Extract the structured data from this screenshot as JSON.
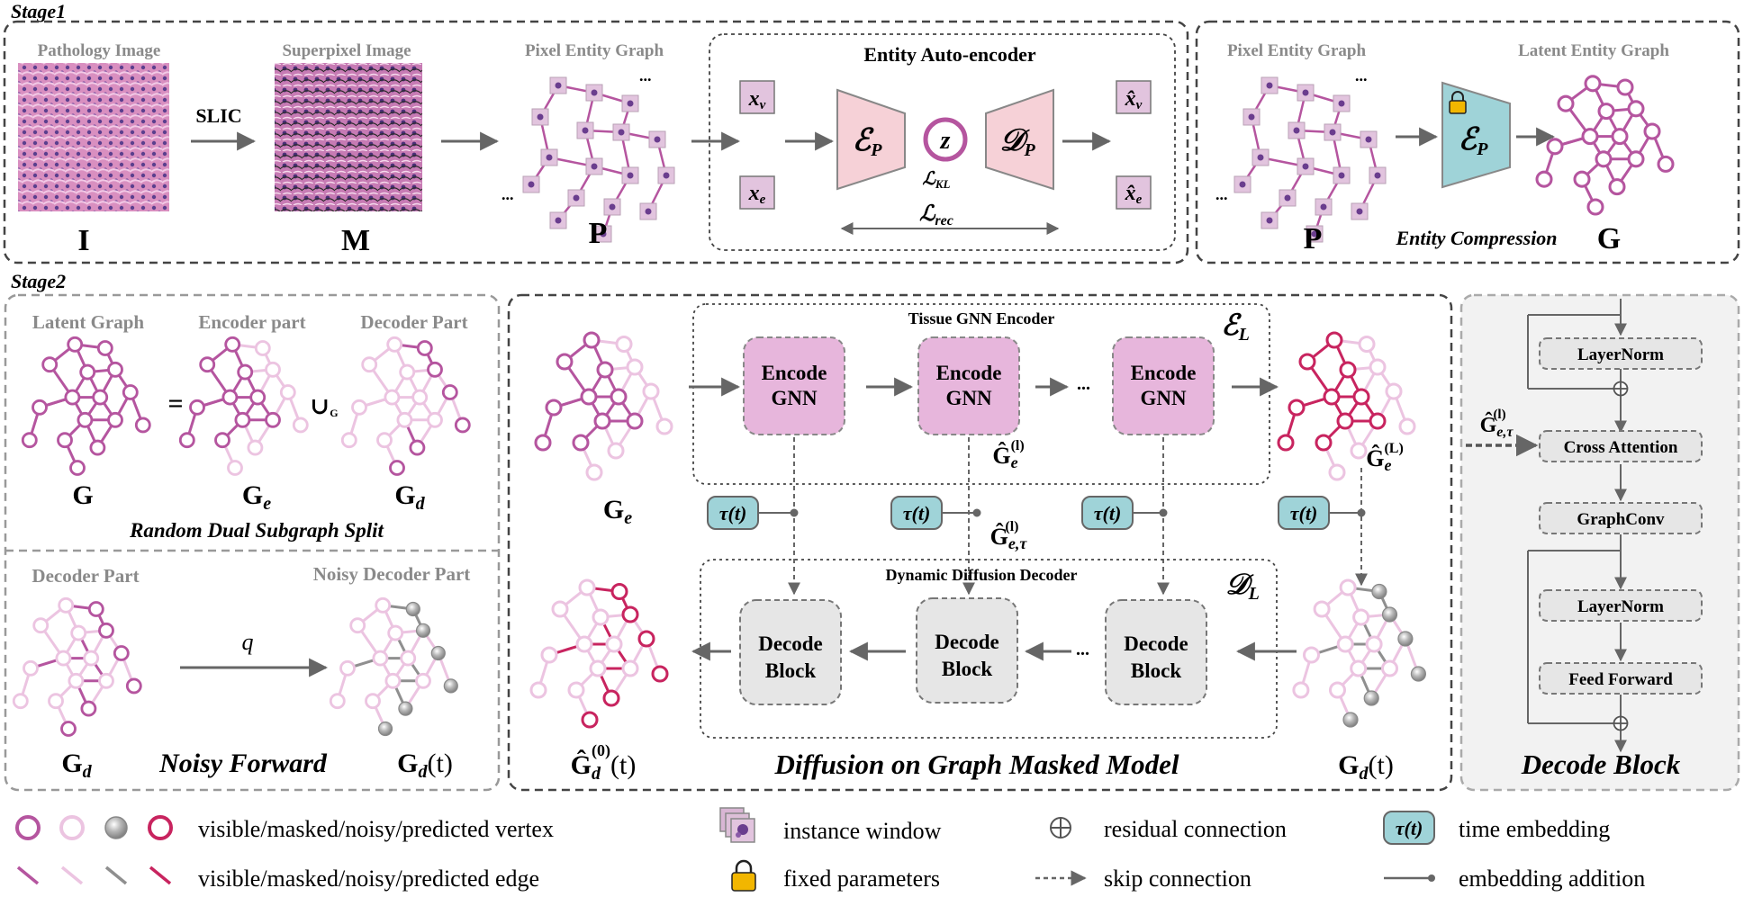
{
  "stage1": {
    "label": "Stage1",
    "pathology_image": "Pathology Image",
    "superpixel_image": "Superpixel Image",
    "slic": "SLIC",
    "sym_I": "I",
    "sym_M": "M",
    "pixel_entity_graph": "Pixel Entity Graph",
    "sym_P": "P",
    "ellipsis": "...",
    "autoencoder_title": "Entity Auto-encoder",
    "enc_sym": "ℰ",
    "dec_sym": "𝒟",
    "sub_P": "P",
    "z": "z",
    "loss_kl": "ℒ",
    "loss_kl_sub": "KL",
    "loss_rec": "ℒ",
    "loss_rec_sub": "rec",
    "xv": "x",
    "xe": "x",
    "sub_v": "v",
    "sub_e": "e",
    "xv_hat": "x̂",
    "xe_hat": "x̂",
    "pixel_entity_graph_2": "Pixel Entity Graph",
    "latent_entity_graph": "Latent Entity Graph",
    "entity_compression": "Entity Compression",
    "sym_P2": "P",
    "sym_G": "G"
  },
  "stage2": {
    "label": "Stage2",
    "latent_graph": "Latent Graph",
    "encoder_part": "Encoder part",
    "decoder_part": "Decoder Part",
    "equals": "=",
    "union": "∪",
    "union_sub": "G",
    "sym_G": "G",
    "sym_Ge": "G",
    "sym_Gd": "G",
    "sub_e": "e",
    "sub_d": "d",
    "random_split": "Random Dual Subgraph Split",
    "decoder_part_2": "Decoder Part",
    "noisy_decoder_part": "Noisy Decoder Part",
    "q": "q",
    "noisy_forward": "Noisy Forward",
    "t_arg": "(t)",
    "tissue_gnn_encoder": "Tissue GNN Encoder",
    "enc_L": "ℰ",
    "dec_L": "𝒟",
    "sub_L": "L",
    "encode": "Encode",
    "gnn": "GNN",
    "decode": "Decode",
    "block": "Block",
    "tau": "τ(t)",
    "ghat": "Ĝ",
    "sup_l": "(l)",
    "sup_L": "(L)",
    "sup_0": "(0)",
    "sub_etau": "e,τ",
    "dynamic_diffusion_decoder": "Dynamic Diffusion Decoder",
    "diffusion_title": "Diffusion on Graph Masked Model",
    "dots": "...",
    "layernorm": "LayerNorm",
    "cross_attention": "Cross Attention",
    "graphconv": "GraphConv",
    "layernorm_2": "LayerNorm",
    "feed_forward": "Feed Forward",
    "decode_block_title": "Decode Block"
  },
  "legend": {
    "vertex": "visible/masked/noisy/predicted vertex",
    "edge": "visible/masked/noisy/predicted edge",
    "instance_window": "instance window",
    "fixed_parameters": "fixed parameters",
    "residual": "residual connection",
    "skip": "skip connection",
    "time_embedding": "time embedding",
    "tau": "τ(t)",
    "embedding_addition": "embedding addition"
  },
  "colors": {
    "visible": "#b5559f",
    "masked": "#ecc4e1",
    "noisy": "#8f8f8f",
    "predicted": "#c8245f",
    "encoder_fill": "#f6d1d7",
    "compressor_fill": "#9fd3d8",
    "gnn_fill": "#e7b6dc",
    "block_fill": "#e6e6e6",
    "panel_gray": "#f2f2f2"
  }
}
